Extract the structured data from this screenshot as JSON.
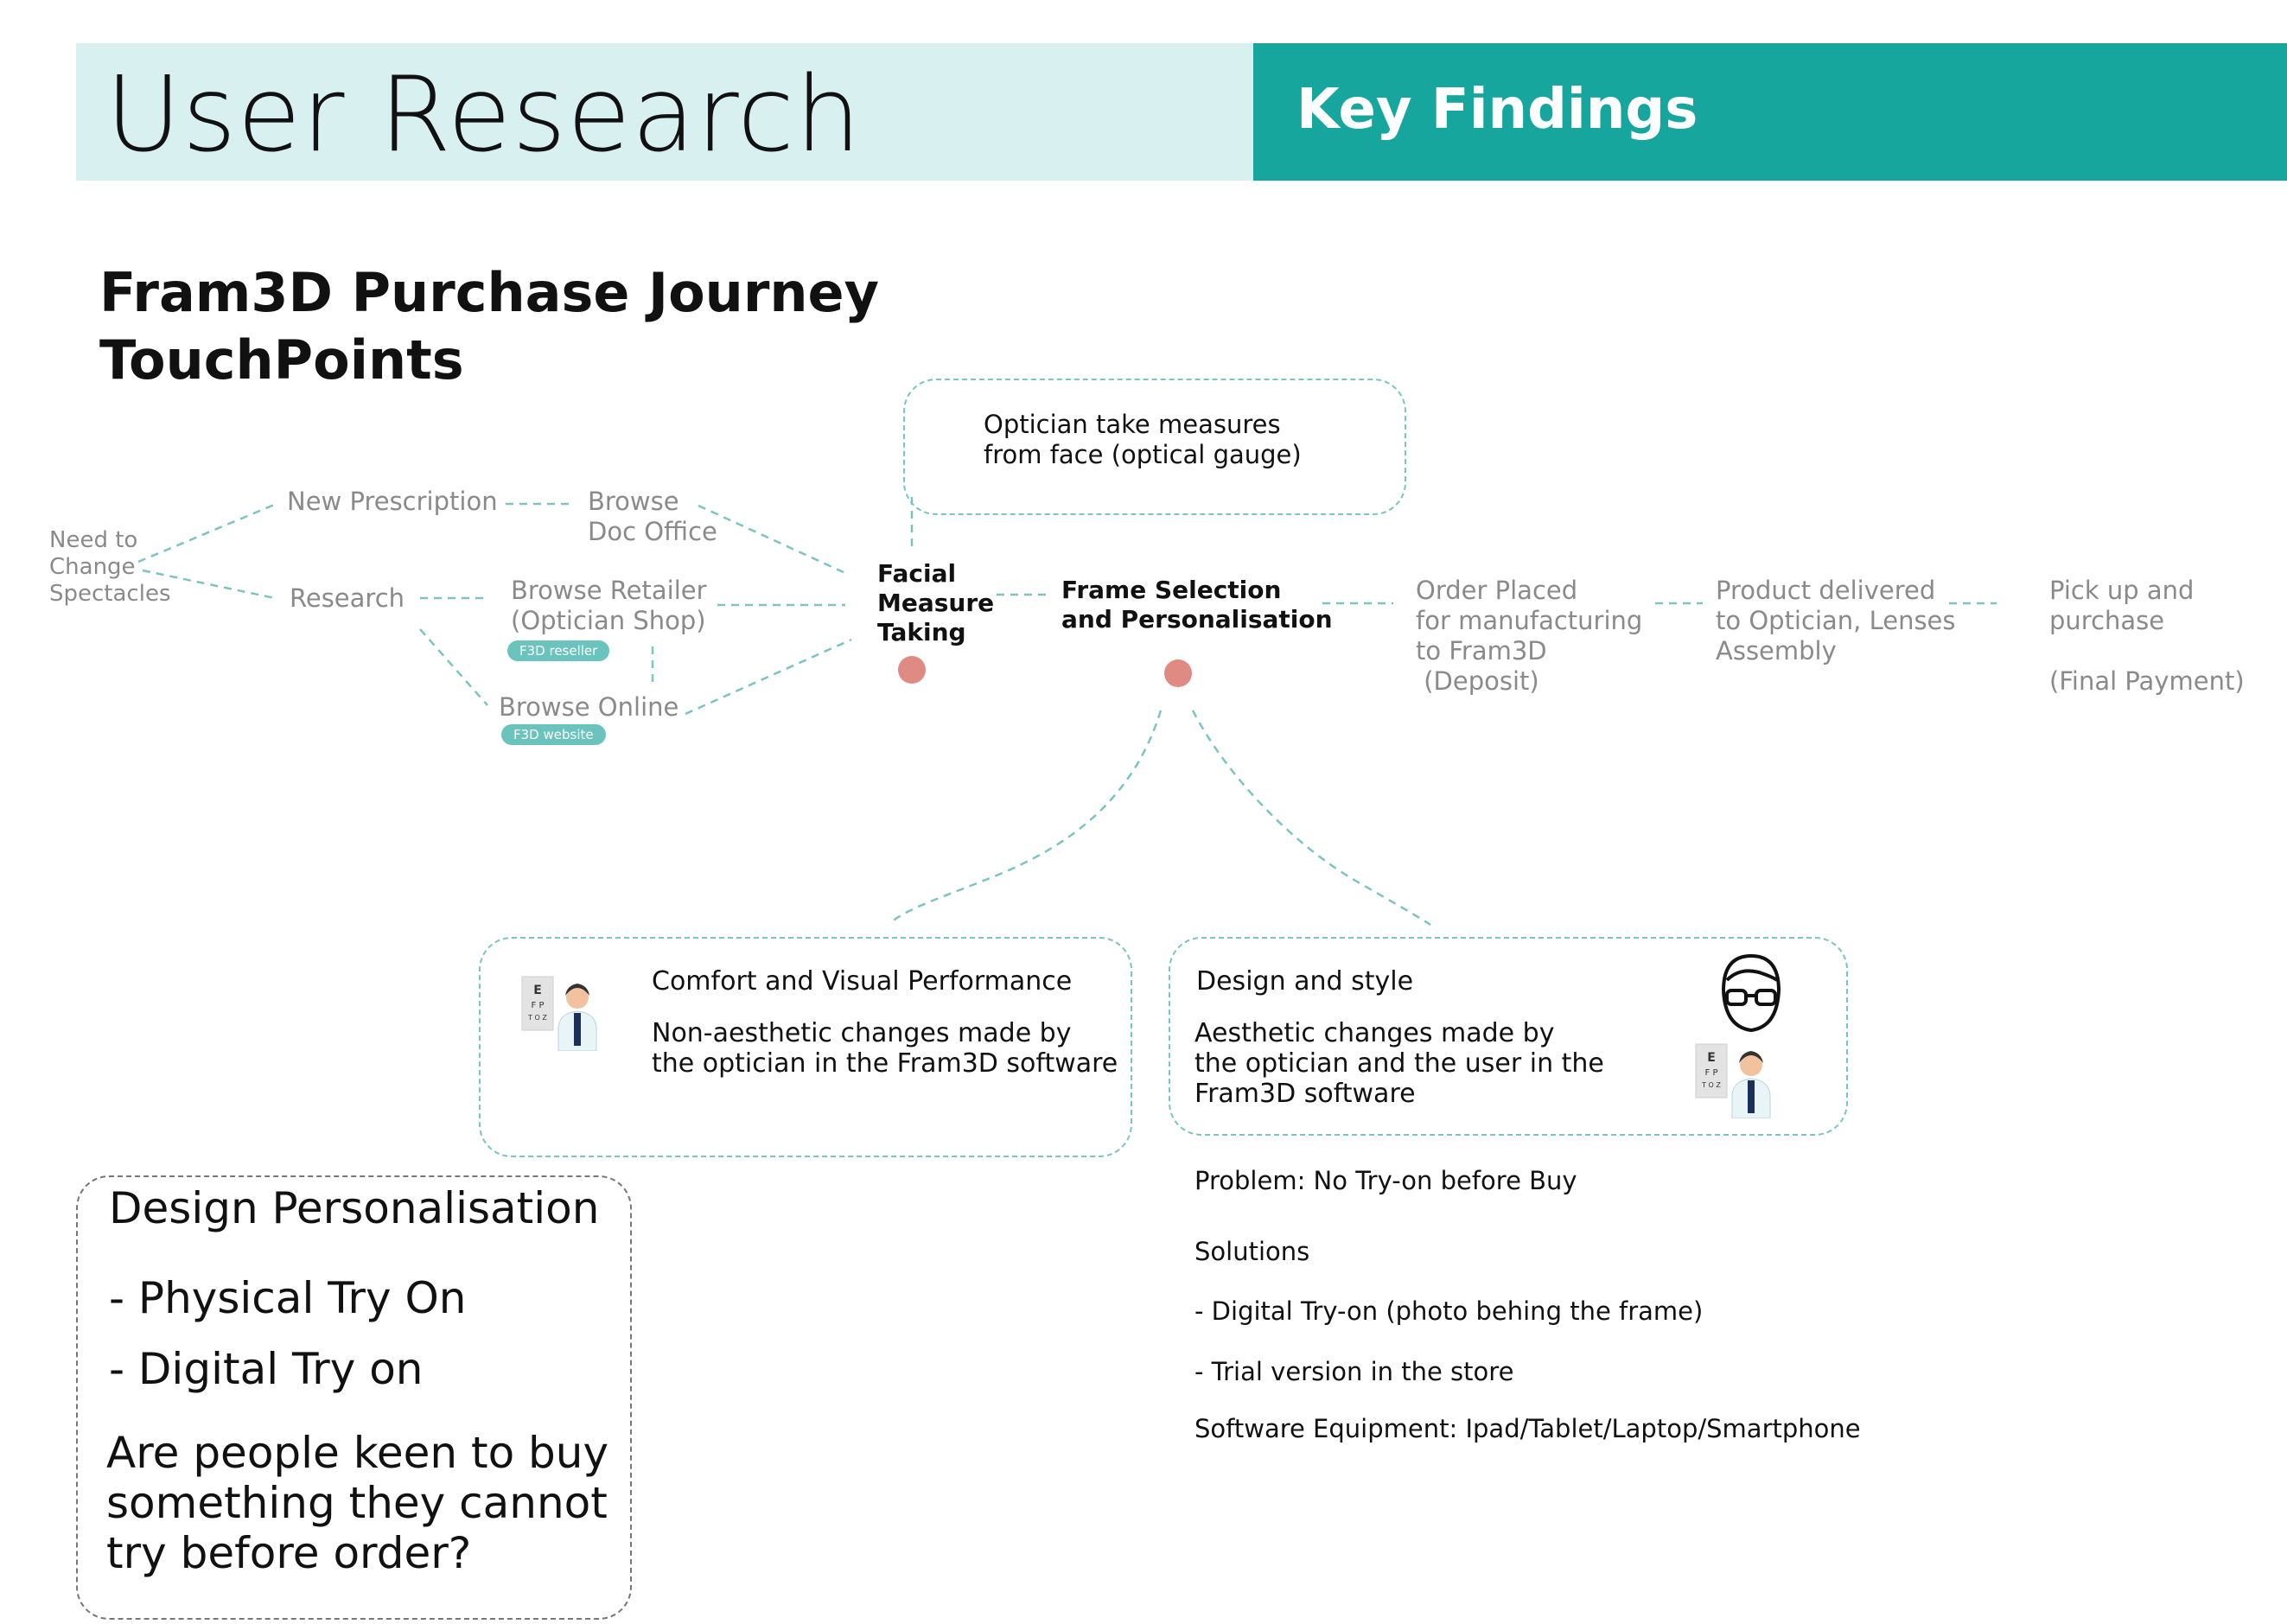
{
  "header": {
    "title": "User Research",
    "section": "Key Findings"
  },
  "diagram": {
    "title": "Fram3D Purchase Journey\nTouchPoints",
    "nodes": {
      "need": "Need to\nChange\nSpectacles",
      "new_prescription": "New Prescription",
      "research": "Research",
      "browse_doc": "Browse\nDoc Office",
      "browse_retailer": "Browse Retailer\n(Optician Shop)",
      "retailer_badge": "F3D reseller",
      "browse_online": "Browse Online",
      "online_badge": "F3D website",
      "facial": "Facial\nMeasure\nTaking",
      "frame": "Frame Selection\nand Personalisation",
      "order": "Order Placed\nfor manufacturing\nto Fram3D\n (Deposit)",
      "delivered": "Product delivered\nto Optician, Lenses\nAssembly",
      "pickup": "Pick up and\npurchase\n\n(Final Payment)"
    },
    "optician_box": "Optician take measures\nfrom face (optical gauge)",
    "comfort_box": {
      "title": "Comfort and Visual Performance",
      "body": "Non-aesthetic changes made by\nthe optician in the Fram3D software",
      "icon": "optician-eye-chart-icon"
    },
    "design_box": {
      "title": "Design and style",
      "body": "Aesthetic changes made by\nthe optician and the user in the\nFram3D software",
      "icons": [
        "face-with-glasses-icon",
        "optician-eye-chart-icon"
      ]
    }
  },
  "personalisation": {
    "title": "Design Personalisation",
    "items": [
      "- Physical Try On",
      "- Digital Try on"
    ],
    "question": "Are people keen to buy\nsomething they cannot\ntry before order?"
  },
  "notes": {
    "problem": "Problem: No Try-on before Buy",
    "solutions_label": "Solutions",
    "solution_1": "- Digital Try-on (photo behing the frame)",
    "solution_2": "- Trial version in the store",
    "equipment": "Software Equipment: Ipad/Tablet/Laptop/Smartphone"
  },
  "colors": {
    "header_light": "#d9f0f0",
    "header_teal": "#17a69d",
    "connector": "#7cc4c0",
    "dot": "#e08a84",
    "badge": "#6bc3bd"
  }
}
